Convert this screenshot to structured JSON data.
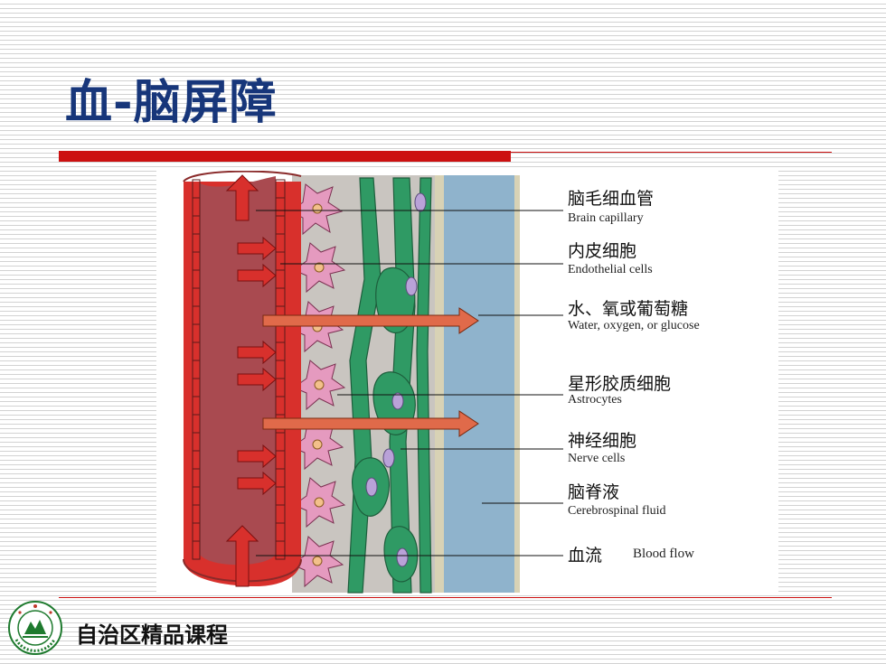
{
  "slide": {
    "title": "血-脑屏障",
    "footer": "自治区精品课程"
  },
  "logo": {
    "icon": "university-seal-icon",
    "ring_text": "石河子大学 SHIHEZI UNIVERSITY",
    "colors": {
      "ring": "#1e7a2e",
      "inner": "#ffffff"
    }
  },
  "figure": {
    "labels": [
      {
        "cn": "脑毛细血管",
        "en": "Brain capillary"
      },
      {
        "cn": "内皮细胞",
        "en": "Endothelial cells"
      },
      {
        "cn": "水、氧或葡萄糖",
        "en": "Water, oxygen, or glucose"
      },
      {
        "cn": "星形胶质细胞",
        "en": "Astrocytes"
      },
      {
        "cn": "神经细胞",
        "en": "Nerve cells"
      },
      {
        "cn": "脑脊液",
        "en": "Cerebrospinal fluid"
      },
      {
        "cn": "血流",
        "en": "Blood flow"
      }
    ],
    "colors": {
      "vessel": "#d8302c",
      "vessel_lumen": "#a94a50",
      "astrocyte": "#e59abf",
      "neuron": "#2f9a64",
      "nucleus": "#b9a2d8",
      "csf": "#8fb3cc",
      "arrow": "#d8302c"
    }
  }
}
